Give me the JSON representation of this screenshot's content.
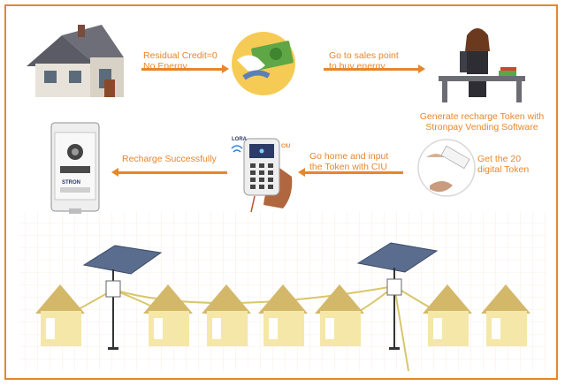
{
  "steps": {
    "residual": [
      "Residual Credit=0",
      "No Energy"
    ],
    "sales": [
      "Go to sales point",
      "to buy energy"
    ],
    "generate": [
      "Generate recharge Token with",
      "Stronpay Vending Software"
    ],
    "digital": [
      "Get the 20",
      "digital Token"
    ],
    "input": [
      "Go home and input",
      "the Token with CIU"
    ],
    "recharge": "Recharge Successfully"
  },
  "device": {
    "lora_label": "LORA",
    "ciu_label": "CIU",
    "meter_brand": "STRON"
  },
  "colors": {
    "accent": "#e8862a",
    "house_wall": "#f5e7a8",
    "cable": "#d9c66a"
  }
}
